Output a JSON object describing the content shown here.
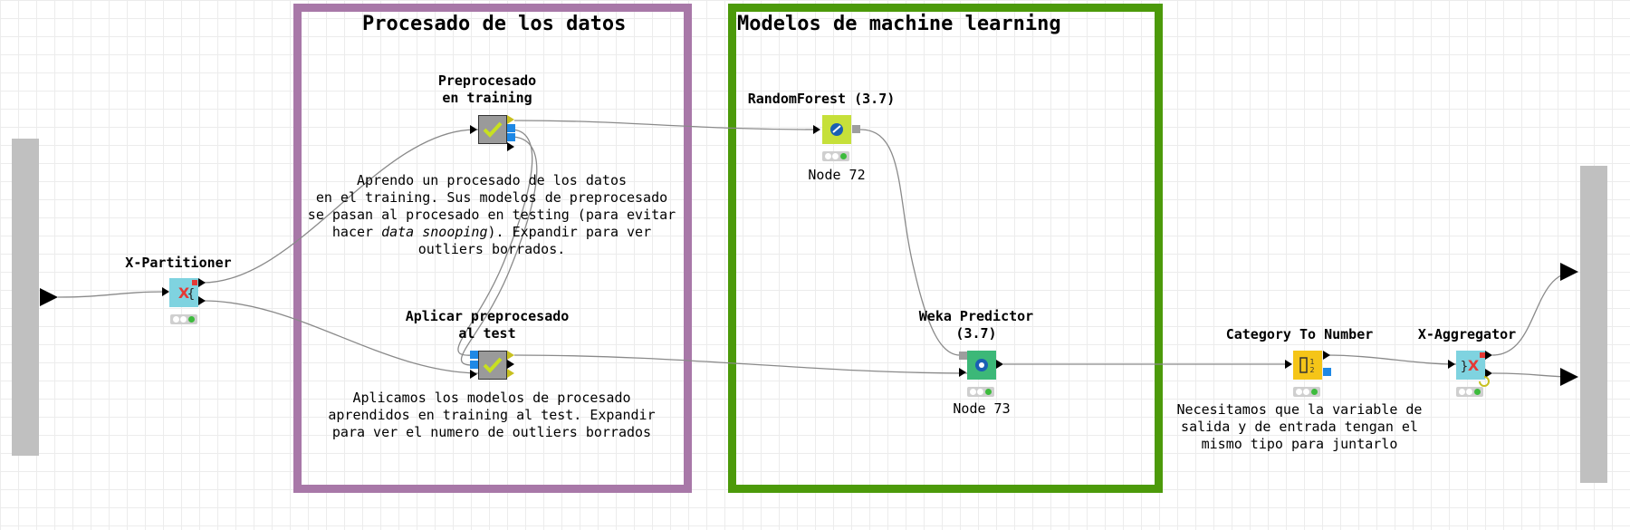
{
  "annotations": {
    "preprocessing": {
      "title": "Procesado de los datos",
      "border_color": "#a878a8"
    },
    "models": {
      "title": "Modelos de machine learning",
      "border_color": "#4c9a0a"
    }
  },
  "nodes": {
    "x_partitioner": {
      "title": "X-Partitioner",
      "icon": "x-partitioner-icon",
      "color": "#7fd3e0"
    },
    "preproc_training": {
      "title": "Preprocesado\nen training",
      "icon": "metanode-check-icon",
      "color": "#9a9a9a"
    },
    "preproc_test": {
      "title": "Aplicar preprocesado\nal test",
      "icon": "metanode-check-icon",
      "color": "#9a9a9a"
    },
    "random_forest": {
      "title": "RandomForest (3.7)",
      "label": "Node 72",
      "icon": "weka-learner-icon",
      "color": "#c6e03a"
    },
    "weka_predictor": {
      "title": "Weka Predictor\n(3.7)",
      "label": "Node 73",
      "icon": "weka-predictor-icon",
      "color": "#3cb878"
    },
    "category_to_number": {
      "title": "Category To Number",
      "icon": "category-to-number-icon",
      "color": "#f5c518"
    },
    "x_aggregator": {
      "title": "X-Aggregator",
      "icon": "x-aggregator-icon",
      "color": "#7fd3e0"
    }
  },
  "notes": {
    "training": "Aprendo un procesado de los datos\nen el training. Sus modelos de preprocesado\nse pasan al procesado en testing (para evitar\nhacer data snooping). Expandir para ver\noutliers borrados.",
    "training_parts": [
      "Aprendo un procesado de los datos",
      "en el training. Sus modelos de preprocesado",
      "se pasan al procesado en testing (para evitar",
      "hacer ",
      "data snooping",
      "). Expandir para ver",
      "outliers borrados."
    ],
    "test": "Aplicamos los modelos de procesado\naprendidos en training al test. Expandir\npara ver el numero de outliers borrados",
    "category": "Necesitamos que la variable de\nsalida y de entrada tengan el\nmismo tipo para juntarlo"
  },
  "colors": {
    "port_data": "#000000",
    "port_model": "#1e88e5",
    "port_flow": "#e53935",
    "port_weka": "#9e9e9e",
    "port_variable": "#c8c020",
    "status_ok": "#3dbb3d"
  }
}
